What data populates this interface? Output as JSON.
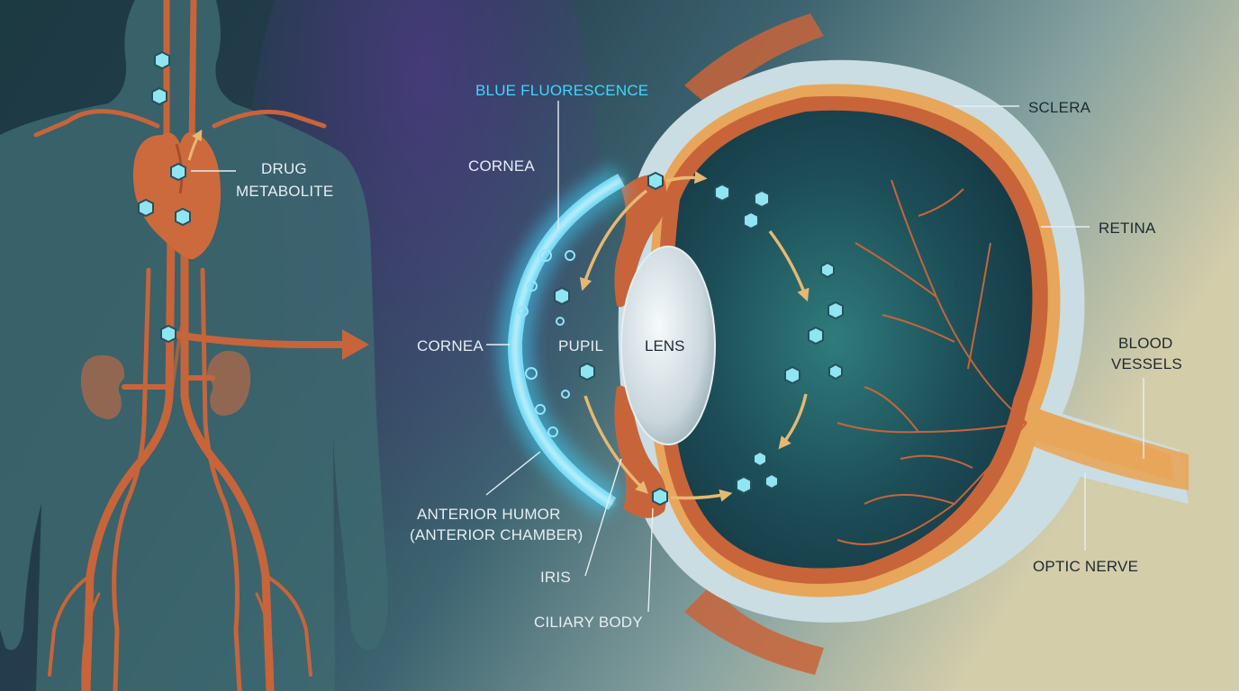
{
  "labels": {
    "drug_metabolite": [
      "DRUG",
      "METABOLITE"
    ],
    "blue_fluorescence": "BLUE FLUORESCENCE",
    "cornea_top": "CORNEA",
    "cornea_mid": "CORNEA",
    "pupil": "PUPIL",
    "lens": "LENS",
    "sclera": "SCLERA",
    "retina": "RETINA",
    "blood_vessels": [
      "BLOOD",
      "VESSELS"
    ],
    "optic_nerve": "OPTIC NERVE",
    "anterior_humor": [
      "ANTERIOR HUMOR",
      "(ANTERIOR CHAMBER)"
    ],
    "iris": "IRIS",
    "ciliary_body": "CILIARY BODY"
  },
  "colors": {
    "vessel": "#c8643a",
    "fluorescence": "#3fd6ff",
    "sclera": "#c9dde3",
    "retina": "#e8a65a",
    "arrow": "#e7b871",
    "molecule": "#8fe6f2"
  }
}
